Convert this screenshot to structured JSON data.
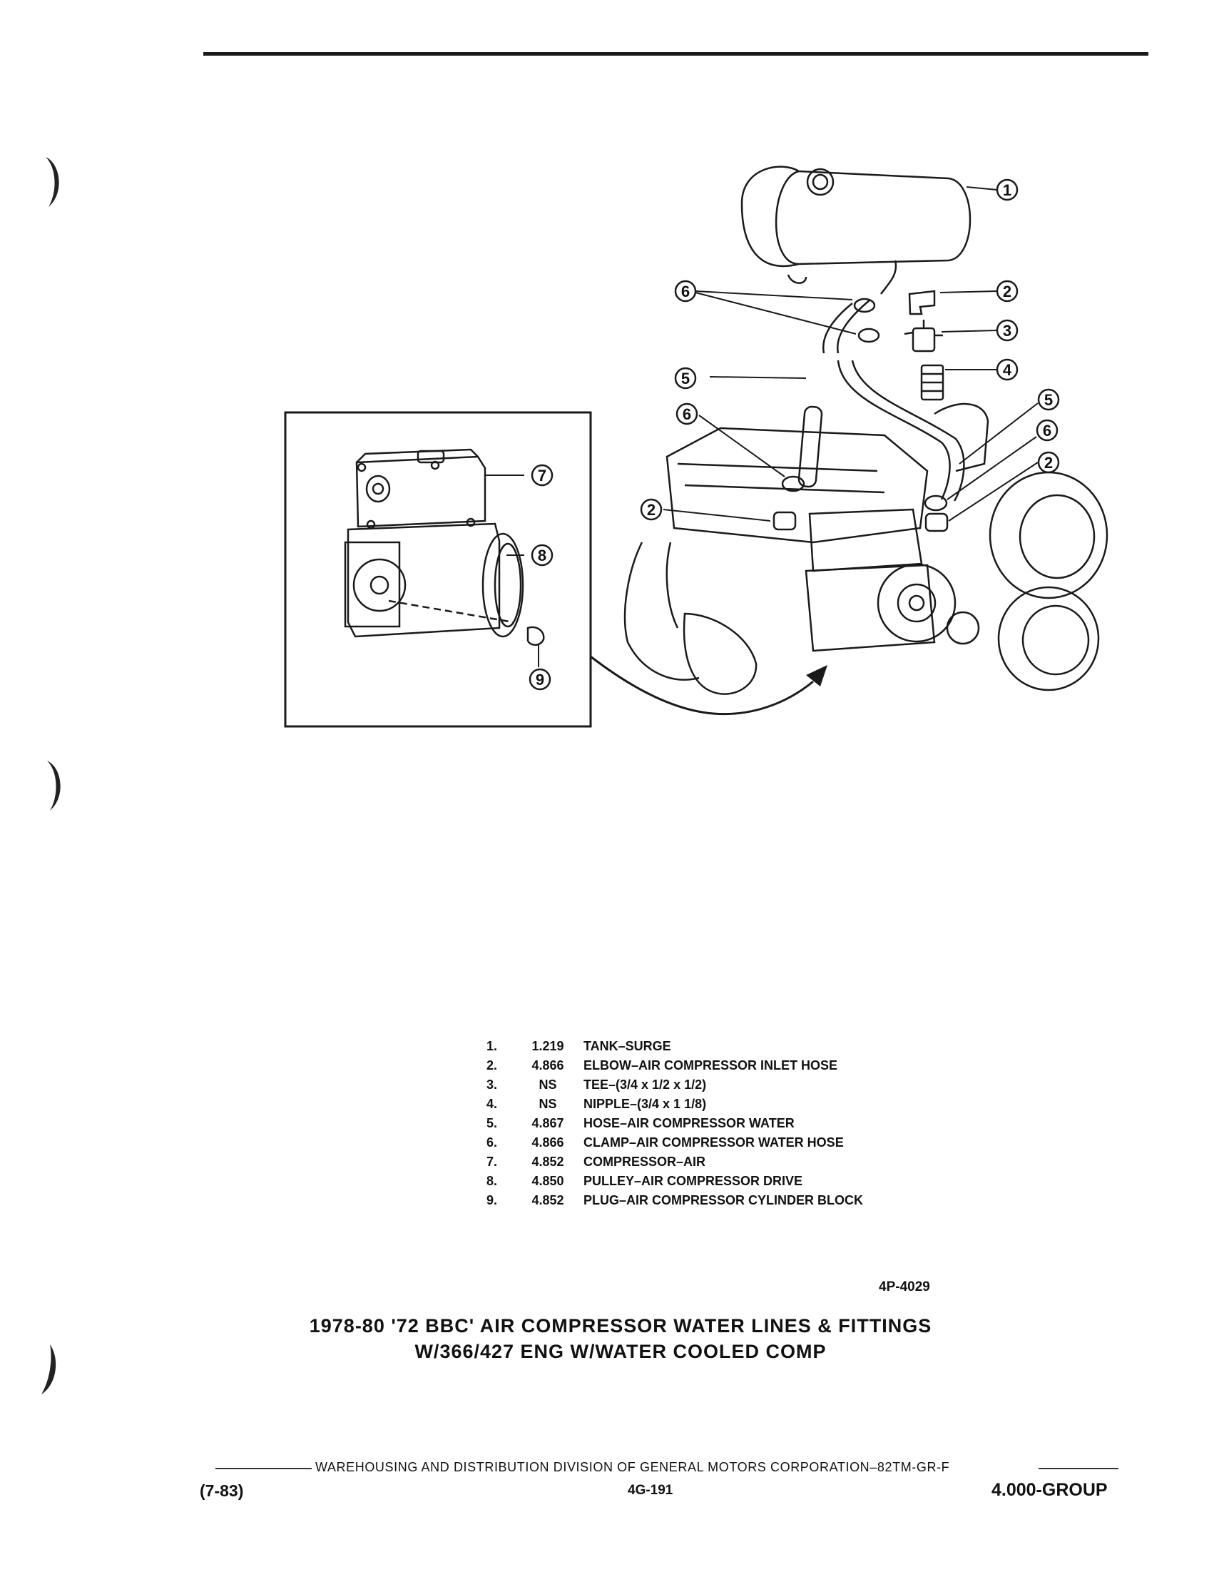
{
  "parts": [
    {
      "num": "1.",
      "code": "1.219",
      "desc": "TANK–SURGE"
    },
    {
      "num": "2.",
      "code": "4.866",
      "desc": "ELBOW–AIR COMPRESSOR INLET HOSE"
    },
    {
      "num": "3.",
      "code": "NS",
      "desc": "TEE–(3/4 x 1/2 x 1/2)"
    },
    {
      "num": "4.",
      "code": "NS",
      "desc": "NIPPLE–(3/4 x 1 1/8)"
    },
    {
      "num": "5.",
      "code": "4.867",
      "desc": "HOSE–AIR COMPRESSOR WATER"
    },
    {
      "num": "6.",
      "code": "4.866",
      "desc": "CLAMP–AIR COMPRESSOR WATER HOSE"
    },
    {
      "num": "7.",
      "code": "4.852",
      "desc": "COMPRESSOR–AIR"
    },
    {
      "num": "8.",
      "code": "4.850",
      "desc": "PULLEY–AIR COMPRESSOR DRIVE"
    },
    {
      "num": "9.",
      "code": "4.852",
      "desc": "PLUG–AIR COMPRESSOR CYLINDER BLOCK"
    }
  ],
  "figure_id": "4P-4029",
  "caption": {
    "line1": "1978-80 '72 BBC' AIR COMPRESSOR WATER LINES & FITTINGS",
    "line2": "W/366/427 ENG W/WATER COOLED COMP"
  },
  "callouts": {
    "c1": "1",
    "c2a": "2",
    "c2b": "2",
    "c2c": "2",
    "c3": "3",
    "c4": "4",
    "c5a": "5",
    "c5b": "5",
    "c6a": "6",
    "c6b": "6",
    "c6c": "6",
    "c7": "7",
    "c8": "8",
    "c9": "9"
  },
  "footer": {
    "corporation": "WAREHOUSING AND DISTRIBUTION DIVISION OF GENERAL MOTORS CORPORATION–82TM-GR-F",
    "date": "(7-83)",
    "page": "4G-191",
    "group": "4.000-GROUP"
  }
}
